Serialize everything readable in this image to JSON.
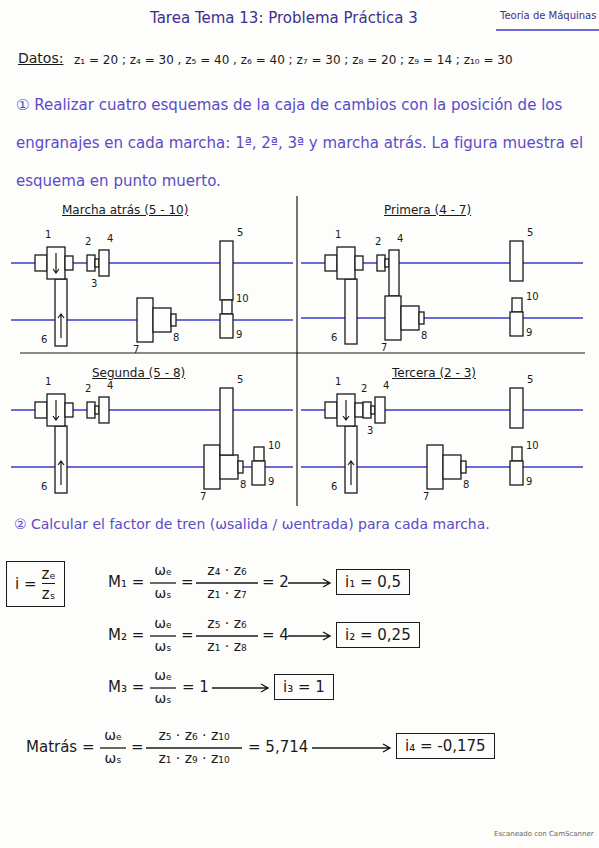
{
  "diagram": {
    "title": "Tarea Tema 13: Problema Práctica 3",
    "nodes": [
      {
        "text": [
          "i =",
          "zₑ",
          "zₛ"
        ]
      },
      {
        "text": [
          "i₁ = 0,5"
        ]
      },
      {
        "text": [
          "i₂ = 0,25"
        ]
      },
      {
        "text": [
          "i₃ = 1"
        ]
      },
      {
        "text": [
          "i₄ = -0,175"
        ]
      }
    ],
    "labels": [
      "Teoría de Máquinas",
      "Datos:",
      "z₁ = 20 ; z₄ = 30 , z₅ = 40 , z₆ = 40 ; z₇ = 30 ; z₈ = 20 ; z₉ = 14 ; z₁₀ = 30",
      "① Realizar cuatro esquemas de la caja de cambios con la posición de los engranajes en cada marcha: 1ª, 2ª, 3ª y marcha atrás. La figura muestra el esquema en punto muerto.",
      "Marcha atrás (5 - 10)",
      "Primera (4 - 7)",
      "Segunda (5 - 8)",
      "Tercera (2 - 3)",
      "1",
      "2",
      "4",
      "3",
      "5",
      "10",
      "6",
      "7",
      "8",
      "9",
      "1",
      "2",
      "4",
      "5",
      "10",
      "6",
      "7",
      "8",
      "9",
      "1",
      "2",
      "4",
      "5",
      "10",
      "6",
      "7",
      "8",
      "9",
      "1",
      "2",
      "3",
      "4",
      "5",
      "10",
      "6",
      "7",
      "8",
      "9",
      "② Calcular el factor de tren (ωsalida / ωentrada) para cada marcha.",
      "M₁ =",
      "ωₑ",
      "ωₛ",
      "=",
      "z₄ · z₆",
      "z₁ · z₇",
      "= 2",
      "M₂ =",
      "ωₑ",
      "ωₛ",
      "=",
      "z₅ · z₆",
      "z₁ · z₈",
      "= 4",
      "M₃ =",
      "ωₑ",
      "ωₛ",
      "= 1",
      "Matrás =",
      "ωₑ",
      "ωₛ",
      "=",
      "z₅ · z₆ · z₁₀",
      "z₁ · z₉ · z₁₀",
      "= 5,714",
      "Escaneado con CamScanner"
    ]
  }
}
